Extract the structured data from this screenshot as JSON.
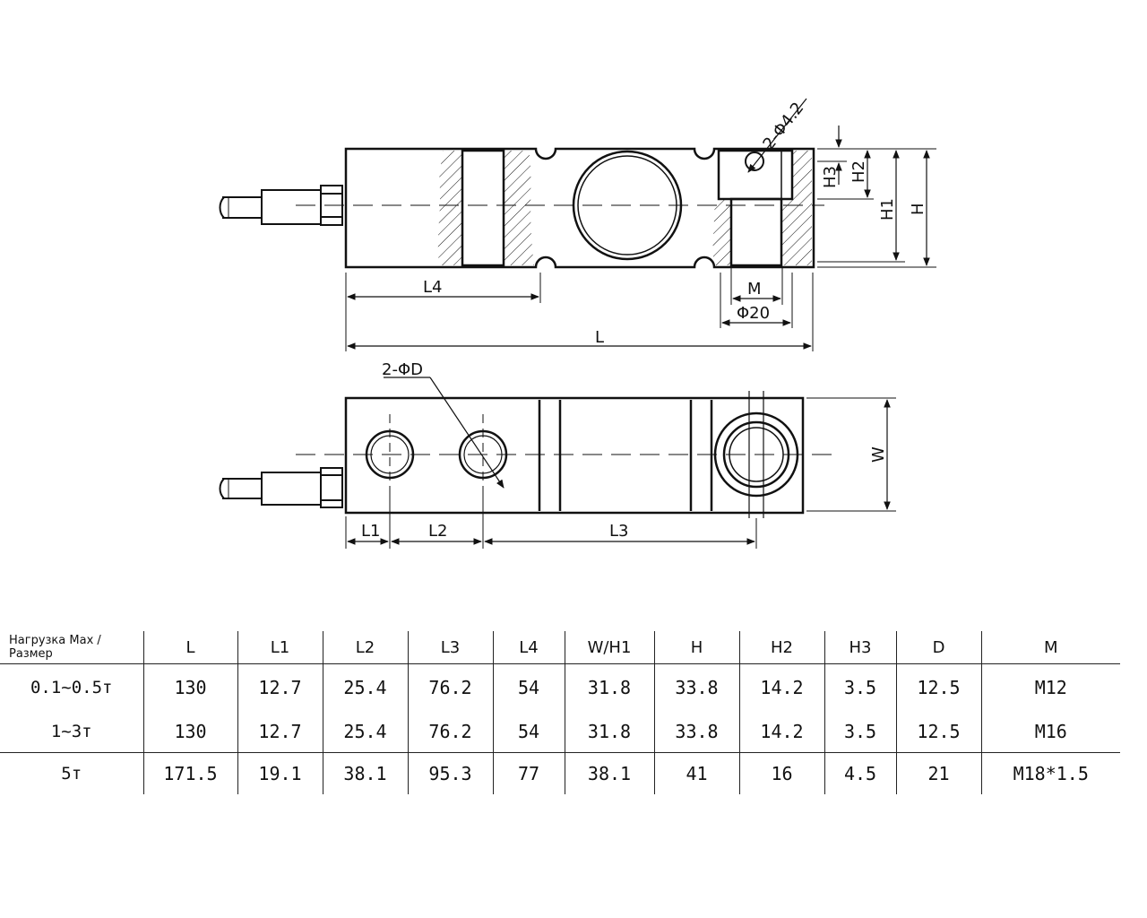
{
  "drawing": {
    "side_labels": {
      "hole_callout": "2-Φ4.2",
      "L4": "L4",
      "M": "M",
      "phi20": "Φ20",
      "L": "L",
      "H3": "H3",
      "H2": "H2",
      "H1": "H1",
      "H": "H"
    },
    "top_labels": {
      "hole_callout": "2-ΦD",
      "L1": "L1",
      "L2": "L2",
      "L3": "L3",
      "W": "W"
    }
  },
  "table": {
    "corner_label": "Нагрузка Max / Размер",
    "columns": [
      "L",
      "L1",
      "L2",
      "L3",
      "L4",
      "W/H1",
      "H",
      "H2",
      "H3",
      "D",
      "M"
    ],
    "rows": [
      {
        "load": "0.1~0.5т",
        "values": [
          "130",
          "12.7",
          "25.4",
          "76.2",
          "54",
          "31.8",
          "33.8",
          "14.2",
          "3.5",
          "12.5",
          "M12"
        ]
      },
      {
        "load": "1~3т",
        "values": [
          "130",
          "12.7",
          "25.4",
          "76.2",
          "54",
          "31.8",
          "33.8",
          "14.2",
          "3.5",
          "12.5",
          "M16"
        ]
      },
      {
        "load": "5т",
        "values": [
          "171.5",
          "19.1",
          "38.1",
          "95.3",
          "77",
          "38.1",
          "41",
          "16",
          "4.5",
          "21",
          "M18*1.5"
        ]
      }
    ]
  }
}
